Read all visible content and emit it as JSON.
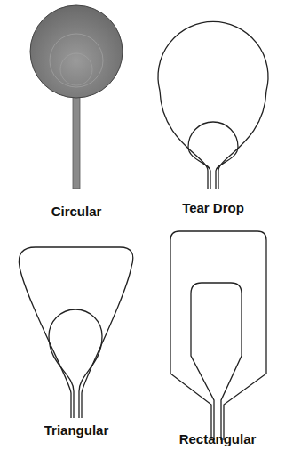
{
  "diagram": {
    "labels": [
      "Circular",
      "Tear Drop",
      "Triangular",
      "Rectangular"
    ]
  }
}
